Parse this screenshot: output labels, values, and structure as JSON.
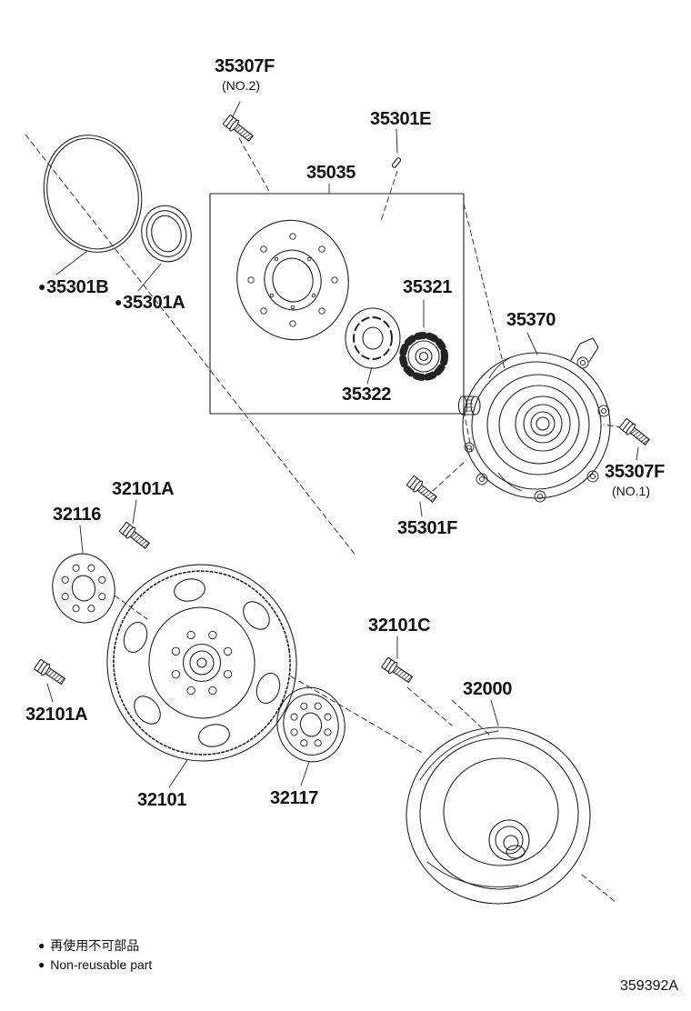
{
  "page": {
    "drawing_number": "359392A",
    "legend": {
      "bullet": "●",
      "line1": "再使用不可部品",
      "line2": "Non-reusable part"
    }
  },
  "labels": {
    "l35307f_no2": {
      "text": "35307F",
      "sub": "(NO.2)"
    },
    "l35301e": {
      "text": "35301E"
    },
    "l35035": {
      "text": "35035"
    },
    "l35321": {
      "text": "35321"
    },
    "l35322": {
      "text": "35322"
    },
    "l35370": {
      "text": "35370"
    },
    "l35307f_no1": {
      "text": "35307F",
      "sub": "(NO.1)"
    },
    "l35301f": {
      "text": "35301F"
    },
    "l35301b": {
      "bullet": "●",
      "text": "35301B"
    },
    "l35301a": {
      "bullet": "●",
      "text": "35301A"
    },
    "l32101a_top": {
      "text": "32101A"
    },
    "l32116": {
      "text": "32116"
    },
    "l32101a_bot": {
      "text": "32101A"
    },
    "l32101": {
      "text": "32101"
    },
    "l32117": {
      "text": "32117"
    },
    "l32101c": {
      "text": "32101C"
    },
    "l32000": {
      "text": "32000"
    }
  },
  "colors": {
    "line": "#222222",
    "background": "#ffffff"
  }
}
